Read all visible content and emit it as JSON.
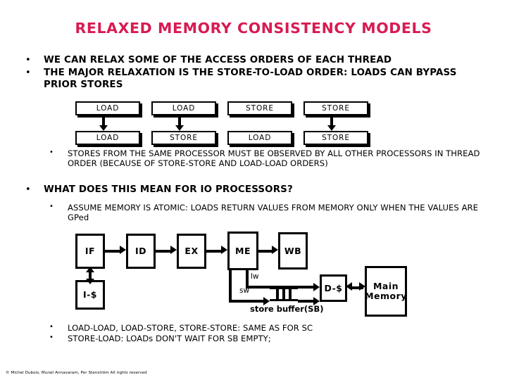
{
  "slide": {
    "title": "RELAXED MEMORY CONSISTENCY MODELS",
    "title_color": "#d81b52",
    "background_color": "#ffffff",
    "bullet_mark": "•"
  },
  "bullets": [
    {
      "level": 1,
      "text": "WE CAN RELAX SOME OF THE ACCESS ORDERS OF EACH THREAD"
    },
    {
      "level": 1,
      "text": "THE MAJOR RELAXATION IS THE STORE-TO-LOAD ORDER: LOADS CAN BYPASS PRIOR STORES"
    },
    {
      "level": 2,
      "text": "STORES FROM THE SAME PROCESSOR MUST BE OBSERVED BY ALL OTHER PROCESSORS IN THREAD ORDER (BECAUSE OF STORE-STORE AND LOAD-LOAD ORDERS)"
    },
    {
      "level": 1,
      "text": "WHAT DOES THIS MEAN FOR IO PROCESSORS?"
    },
    {
      "level": 2,
      "text": "ASSUME MEMORY IS ATOMIC: LOADS RETURN VALUES FROM MEMORY ONLY WHEN THE VALUES ARE GPed"
    },
    {
      "level": 2,
      "text": "LOAD-LOAD, LOAD-STORE, STORE-STORE: SAME AS FOR SC"
    },
    {
      "level": 2,
      "text": "STORE-LOAD: LOADs DON'T WAIT FOR SB EMPTY;"
    }
  ],
  "order_pairs": [
    {
      "first": "LOAD",
      "second": "LOAD",
      "ordered": true
    },
    {
      "first": "LOAD",
      "second": "STORE",
      "ordered": true
    },
    {
      "first": "STORE",
      "second": "LOAD",
      "ordered": false
    },
    {
      "first": "STORE",
      "second": "STORE",
      "ordered": true
    }
  ],
  "pipeline": {
    "stages": [
      "IF",
      "ID",
      "EX",
      "ME",
      "WB"
    ],
    "icache_label": "I-$",
    "dcache_label": "D-$",
    "memory_label": "Main Memory",
    "memory_line1": "Main",
    "memory_line2": "Memory",
    "load_edge_label": "lw",
    "store_edge_label": "sw",
    "store_buffer_caption": "store buffer(SB)"
  },
  "footer": {
    "text": "© Michel Dubois, Murali Annavaram, Per Stenström All rights reserved"
  }
}
